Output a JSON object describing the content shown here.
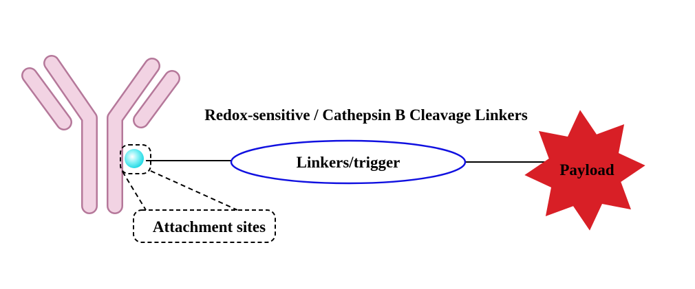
{
  "title": "Redox-sensitive / Cathepsin B Cleavage Linkers",
  "linker_label": "Linkers/trigger",
  "payload_label": "Payload",
  "attachment_label": "Attachment sites",
  "colors": {
    "antibody_fill": "#f2d3e3",
    "antibody_outline": "#b5789a",
    "attachment_site": "#28e0ea",
    "linker_outline": "#1010e0",
    "payload": "#d81f26"
  }
}
